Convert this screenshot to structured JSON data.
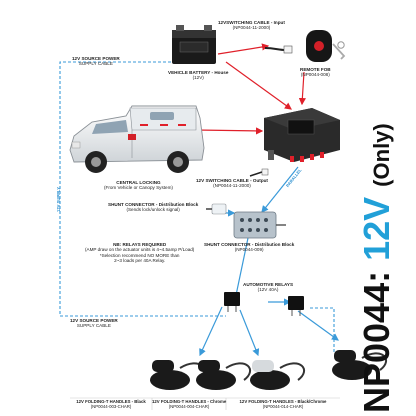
{
  "product": {
    "code": "NP0044:",
    "voltage": "12V",
    "qualifier": "(Only)"
  },
  "labels": {
    "battery": {
      "title": "VEHICLE BATTERY - House",
      "sub": "(12V)"
    },
    "switching_input": {
      "title": "12VSWITCHING CABLE - Input",
      "sub": "(NP0044-11-2000)"
    },
    "remote_fob": {
      "title": "REMOTE FOB",
      "sub": "(NP0044-008)"
    },
    "source_top": {
      "title": "12V SOURCE POWER",
      "sub": "SUPPLY CABLE"
    },
    "central_locking": {
      "title": "CENTRAL LOCKING",
      "sub": "(From Vehicle or Canopy System)"
    },
    "switching_output": {
      "title": "12V SWITCHING CABLE - Output",
      "sub": "(NP0044-11-2000)"
    },
    "shunt_top": {
      "title": "SHUNT CONNECTOR - Distribution Block",
      "sub": "(Sends lock/unlock signal)"
    },
    "relays_note": {
      "title": "NB: RELAYS REQUIRED",
      "line1": "(AMP draw on the actuator units is 4~4.5amp P/Load)",
      "line2": "*Selection recommend NO MORE than",
      "line3": "2~3 loads per 40A Relay."
    },
    "shunt_main": {
      "title": "SHUNT CONNECTOR - Distribution Block",
      "sub": "(NP0044-009)"
    },
    "relays": {
      "title": "AUTOMOTIVE RELAYS",
      "sub": "(12V 40A)"
    },
    "source_bottom": {
      "title": "12V SOURCE POWER",
      "sub": "SUPPLY CABLE"
    },
    "vertical_left": "12V SUPPLY",
    "vertical_mid": "PARALLEL"
  },
  "footer": [
    {
      "title": "12V FOLDING-T HANDLES - Black",
      "sub": "(NP0044-003-CHAR)"
    },
    {
      "title": "12V FOLDING-T HANDLES - Chrome",
      "sub": "(NP0044-004-CHAR)"
    },
    {
      "title": "12V FOLDING-T HANDLES - Black/Chrome",
      "sub": "(NP0044-014-CHAR)"
    }
  ],
  "icons": [
    "battery-icon",
    "remote-fob-icon",
    "ute-vehicle-icon",
    "control-module-icon",
    "shunt-connector-icon",
    "relay-icon",
    "handle-icon"
  ],
  "colors": {
    "accent_blue": "#21a0d8",
    "arrow_red": "#e0202a",
    "dashed_blue": "#3a9ad9"
  }
}
